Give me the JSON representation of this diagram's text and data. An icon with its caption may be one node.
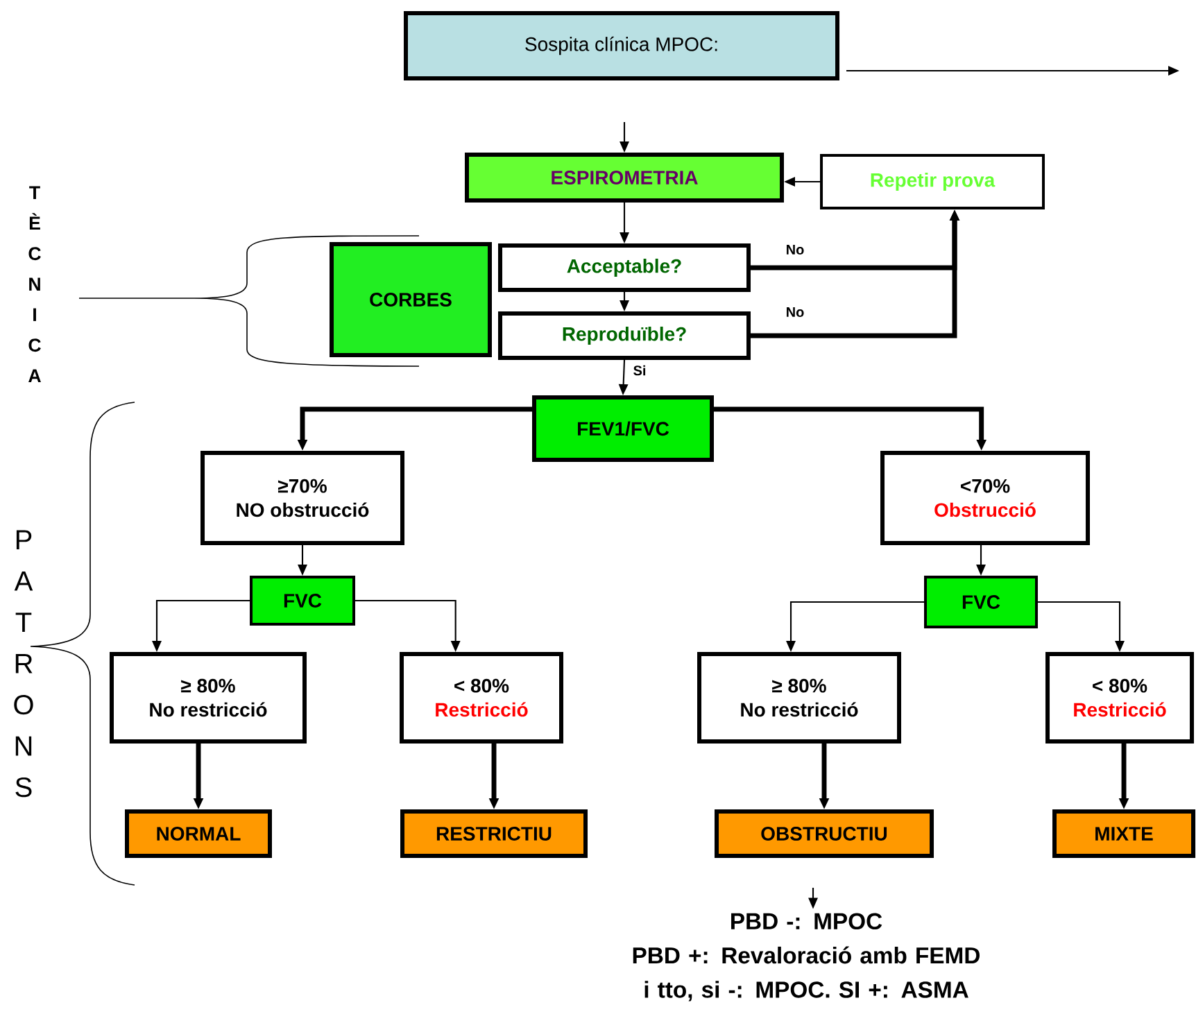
{
  "diagram": {
    "nodes": [
      {
        "text": [
          "Sospita clínica MPOC:"
        ]
      },
      {
        "text": [
          "ESPIROMETRIA"
        ]
      },
      {
        "text": [
          "Repetir prova"
        ]
      },
      {
        "text": [
          "CORBES"
        ]
      },
      {
        "text": [
          "Acceptable?"
        ]
      },
      {
        "text": [
          "Reproduïble?"
        ]
      },
      {
        "text": [
          "FEV1/FVC"
        ]
      },
      {
        "text": [
          "≥70%",
          "NO obstrucció"
        ]
      },
      {
        "text": [
          "<70%",
          "Obstrucció"
        ]
      },
      {
        "text": [
          "FVC"
        ]
      },
      {
        "text": [
          "FVC"
        ]
      },
      {
        "text": [
          "≥ 80%",
          "No restricció"
        ]
      },
      {
        "text": [
          "< 80%",
          "Restricció"
        ]
      },
      {
        "text": [
          "≥ 80%",
          "No restricció"
        ]
      },
      {
        "text": [
          "< 80%",
          "Restricció"
        ]
      },
      {
        "text": [
          "NORMAL"
        ]
      },
      {
        "text": [
          "RESTRICTIU"
        ]
      },
      {
        "text": [
          "OBSTRUCTIU"
        ]
      },
      {
        "text": [
          "MIXTE"
        ]
      },
      {
        "text": [
          "PBD -: MPOC",
          "PBD +: Revaloració amb FEMD i tto, si -: MPOC. SI +: ASMA"
        ]
      }
    ],
    "edges": [
      {
        "from": 0,
        "to": null,
        "arrow": "to"
      },
      {
        "from": null,
        "to": 1,
        "arrow": "to"
      },
      {
        "from": 2,
        "to": 1,
        "arrow": "to"
      },
      {
        "from": 1,
        "to": 4,
        "arrow": "to"
      },
      {
        "from": 4,
        "to": 5,
        "arrow": "to"
      },
      {
        "from": 4,
        "to": 2,
        "arrow": "to",
        "label": "No",
        "style": "thick"
      },
      {
        "from": 5,
        "to": 2,
        "arrow": "to",
        "label": "No",
        "style": "thick"
      },
      {
        "from": 5,
        "to": 6,
        "arrow": "to",
        "label": "Si"
      },
      {
        "from": 6,
        "to": 7,
        "arrow": "to",
        "style": "thick"
      },
      {
        "from": 6,
        "to": 8,
        "arrow": "to",
        "style": "thick"
      },
      {
        "from": 7,
        "to": 9,
        "arrow": "to"
      },
      {
        "from": 8,
        "to": 10,
        "arrow": "to"
      },
      {
        "from": 9,
        "to": 11,
        "arrow": "to"
      },
      {
        "from": 9,
        "to": 12,
        "arrow": "to"
      },
      {
        "from": 10,
        "to": 13,
        "arrow": "to"
      },
      {
        "from": 10,
        "to": 14,
        "arrow": "to"
      },
      {
        "from": 11,
        "to": 15,
        "arrow": "to",
        "style": "thick"
      },
      {
        "from": 12,
        "to": 16,
        "arrow": "to",
        "style": "thick"
      },
      {
        "from": 13,
        "to": 17,
        "arrow": "to",
        "style": "thick"
      },
      {
        "from": 14,
        "to": 18,
        "arrow": "to",
        "style": "thick"
      },
      {
        "from": null,
        "to": 19,
        "arrow": "to"
      }
    ],
    "labels": [
      "TÈCNICA",
      "PATRONS"
    ]
  }
}
